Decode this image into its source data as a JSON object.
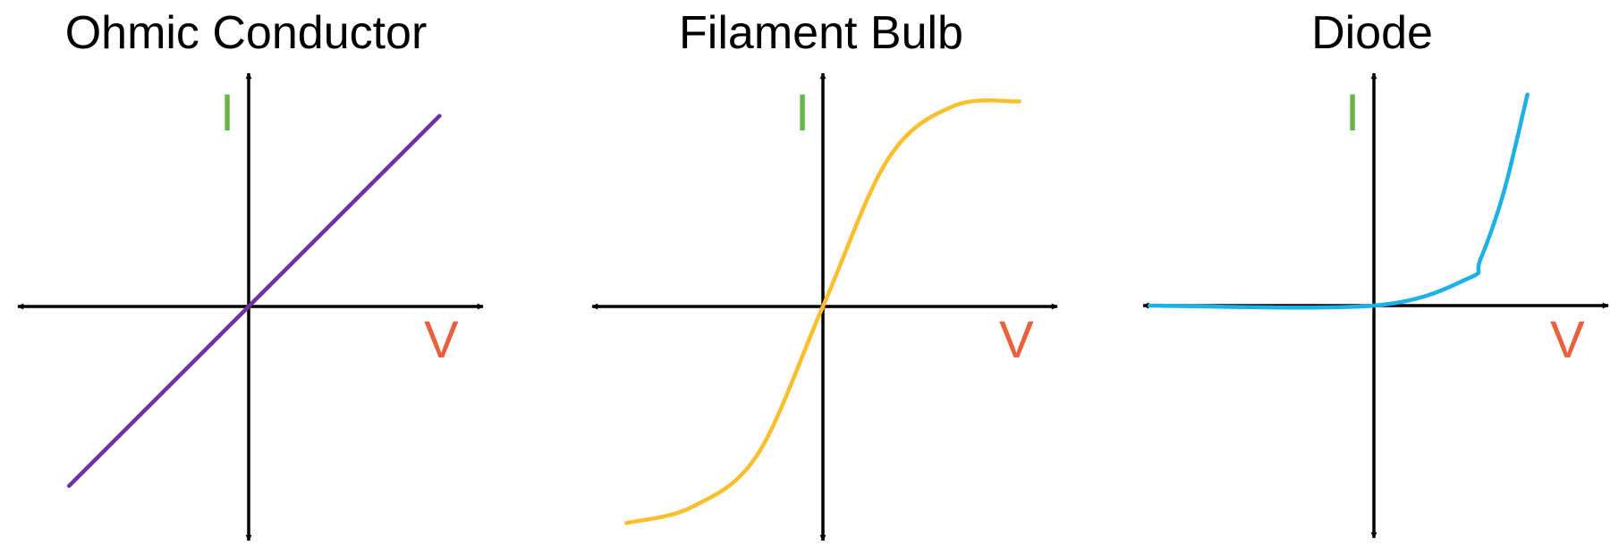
{
  "chart_data": [
    {
      "type": "line",
      "title": "Ohmic Conductor",
      "xlabel": "V",
      "ylabel": "I",
      "xlim": [
        -1,
        1
      ],
      "ylim": [
        -1,
        1
      ],
      "grid": false,
      "series": [
        {
          "color": "#7030A0",
          "x": [
            -0.8,
            0.0,
            0.85
          ],
          "y": [
            -0.8,
            0.0,
            0.85
          ]
        }
      ]
    },
    {
      "type": "line",
      "title": "Filament Bulb",
      "xlabel": "V",
      "ylabel": "I",
      "xlim": [
        -1,
        1
      ],
      "ylim": [
        -1,
        1
      ],
      "grid": false,
      "series": [
        {
          "color": "#FBBF2D",
          "x": [
            -0.9,
            -0.6,
            -0.3,
            0.0,
            0.3,
            0.6,
            0.9
          ],
          "y": [
            -0.95,
            -0.88,
            -0.65,
            0.0,
            0.65,
            0.88,
            0.9
          ]
        }
      ]
    },
    {
      "type": "line",
      "title": "Diode",
      "xlabel": "V",
      "ylabel": "I",
      "xlim": [
        -1,
        1
      ],
      "ylim": [
        -1,
        1
      ],
      "grid": false,
      "series": [
        {
          "color": "#1EB1E8",
          "x": [
            -0.95,
            0.0,
            0.4,
            0.45,
            0.55,
            0.65
          ],
          "y": [
            0.0,
            0.0,
            0.12,
            0.2,
            0.5,
            0.93
          ]
        }
      ]
    }
  ],
  "colors": {
    "axis": "#000000",
    "current_label": "#6AB547",
    "voltage_label": "#E8603C"
  }
}
